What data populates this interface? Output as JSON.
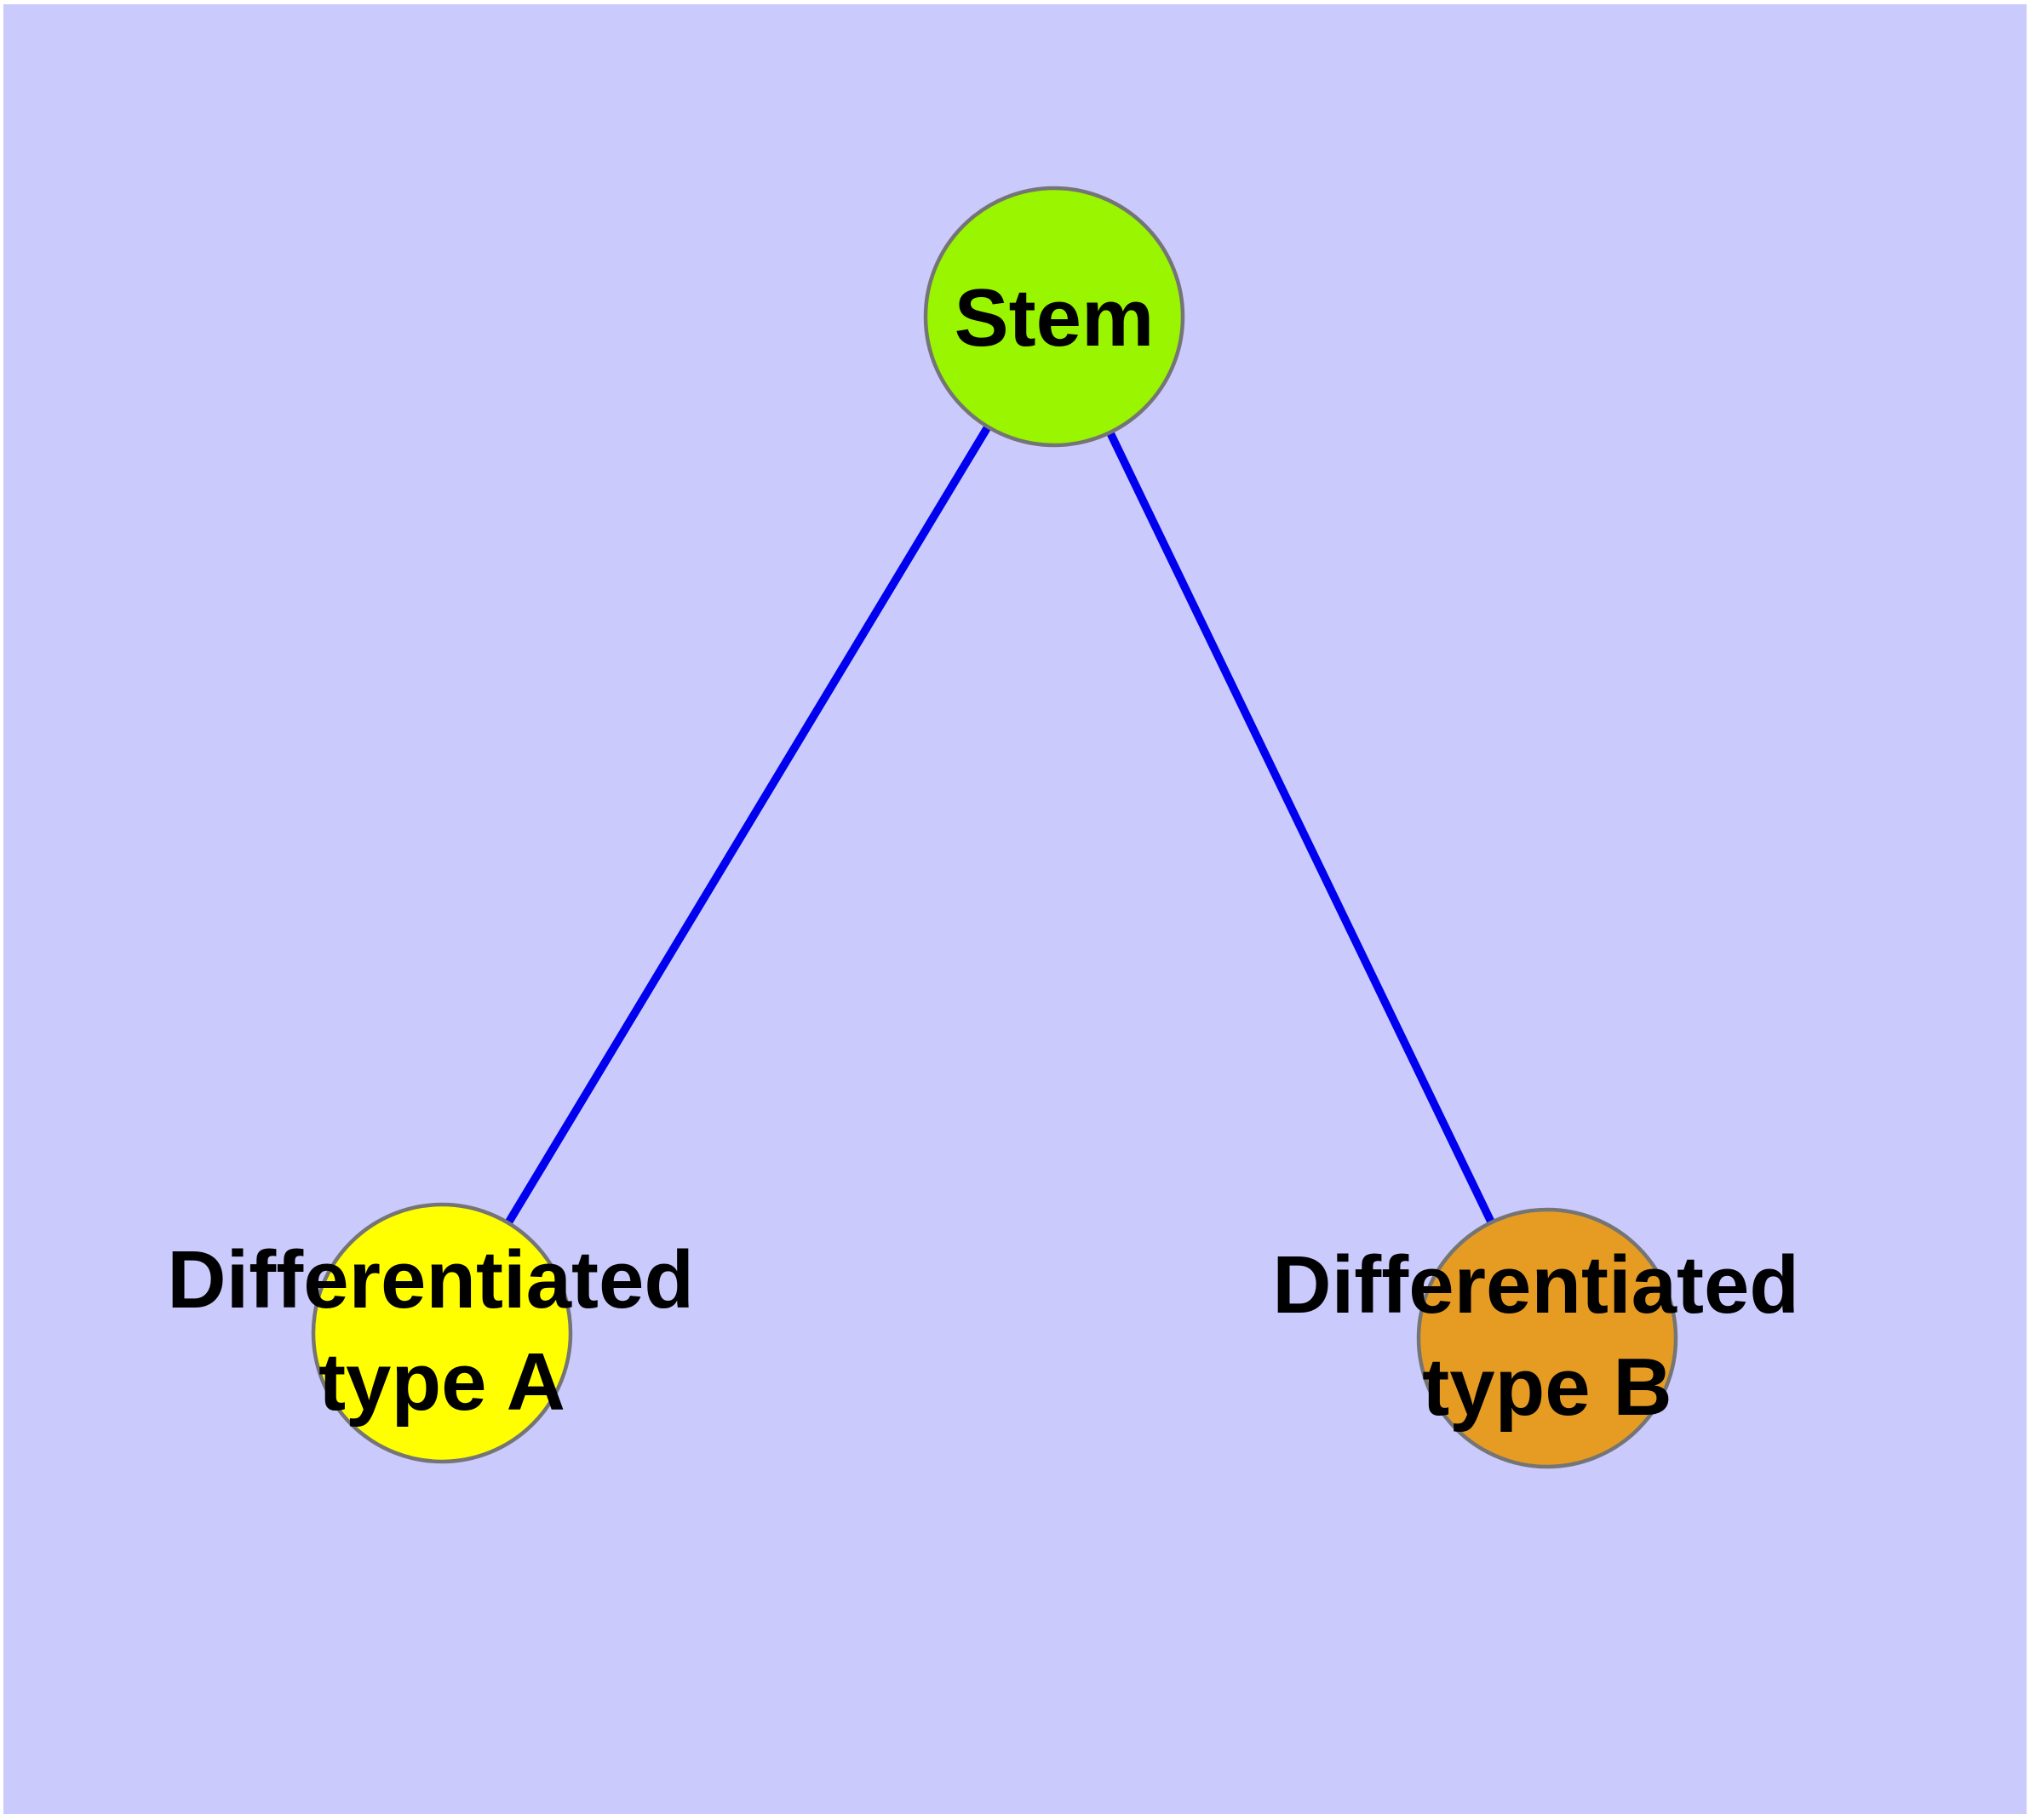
{
  "canvas": {
    "background_color": "#cacafc",
    "border_color": "#ffffff"
  },
  "graph": {
    "title": "",
    "node_count": 3,
    "edge_count": 2,
    "nodes": [
      {
        "id": "stem",
        "label": "Stem"
      },
      {
        "id": "type_a",
        "label": "Differentiated type A"
      },
      {
        "id": "type_b",
        "label": "Differentiated type B"
      }
    ],
    "edges": [
      {
        "from": "stem",
        "to": "type_a"
      },
      {
        "from": "stem",
        "to": "type_b"
      }
    ]
  },
  "edges": {
    "color": "#0000ee"
  },
  "nodes": {
    "stroke_color": "#757575",
    "stem": {
      "label": "Stem",
      "fill": "#99f500"
    },
    "type_a": {
      "label_line1": "Differentiated",
      "label_line2": "type A",
      "fill": "#ffff00"
    },
    "type_b": {
      "label_line1": "Differentiated",
      "label_line2": "type B",
      "fill": "#e69c23"
    }
  },
  "text": {
    "color": "#000000"
  }
}
